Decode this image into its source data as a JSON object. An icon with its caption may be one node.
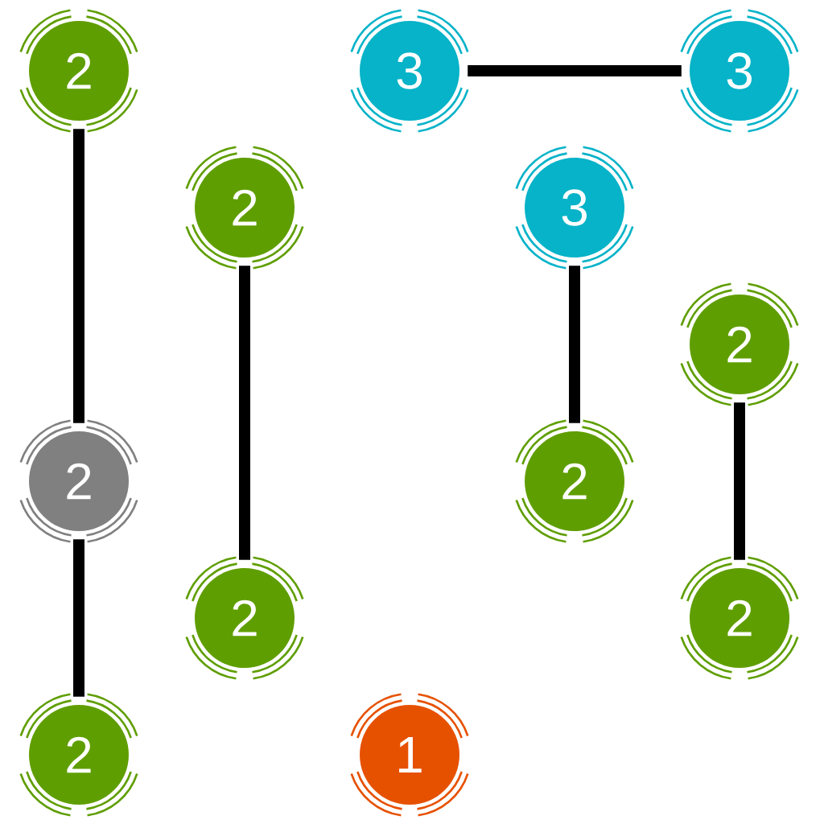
{
  "diagram": {
    "nodes": [
      {
        "text": [
          "2"
        ]
      },
      {
        "text": [
          "3"
        ]
      },
      {
        "text": [
          "3"
        ]
      },
      {
        "text": [
          "2"
        ]
      },
      {
        "text": [
          "3"
        ]
      },
      {
        "text": [
          "2"
        ]
      },
      {
        "text": [
          "2"
        ]
      },
      {
        "text": [
          "2"
        ]
      },
      {
        "text": [
          "2"
        ]
      },
      {
        "text": [
          "2"
        ]
      },
      {
        "text": [
          "2"
        ]
      },
      {
        "text": [
          "1"
        ]
      }
    ],
    "edges": [
      {
        "from": 0,
        "to": 6,
        "arrow": "none"
      },
      {
        "from": 1,
        "to": 2,
        "arrow": "none"
      },
      {
        "from": 3,
        "to": 8,
        "arrow": "none"
      },
      {
        "from": 4,
        "to": 7,
        "arrow": "none"
      },
      {
        "from": 5,
        "to": 9,
        "arrow": "none"
      },
      {
        "from": 6,
        "to": 10,
        "arrow": "none"
      }
    ]
  }
}
